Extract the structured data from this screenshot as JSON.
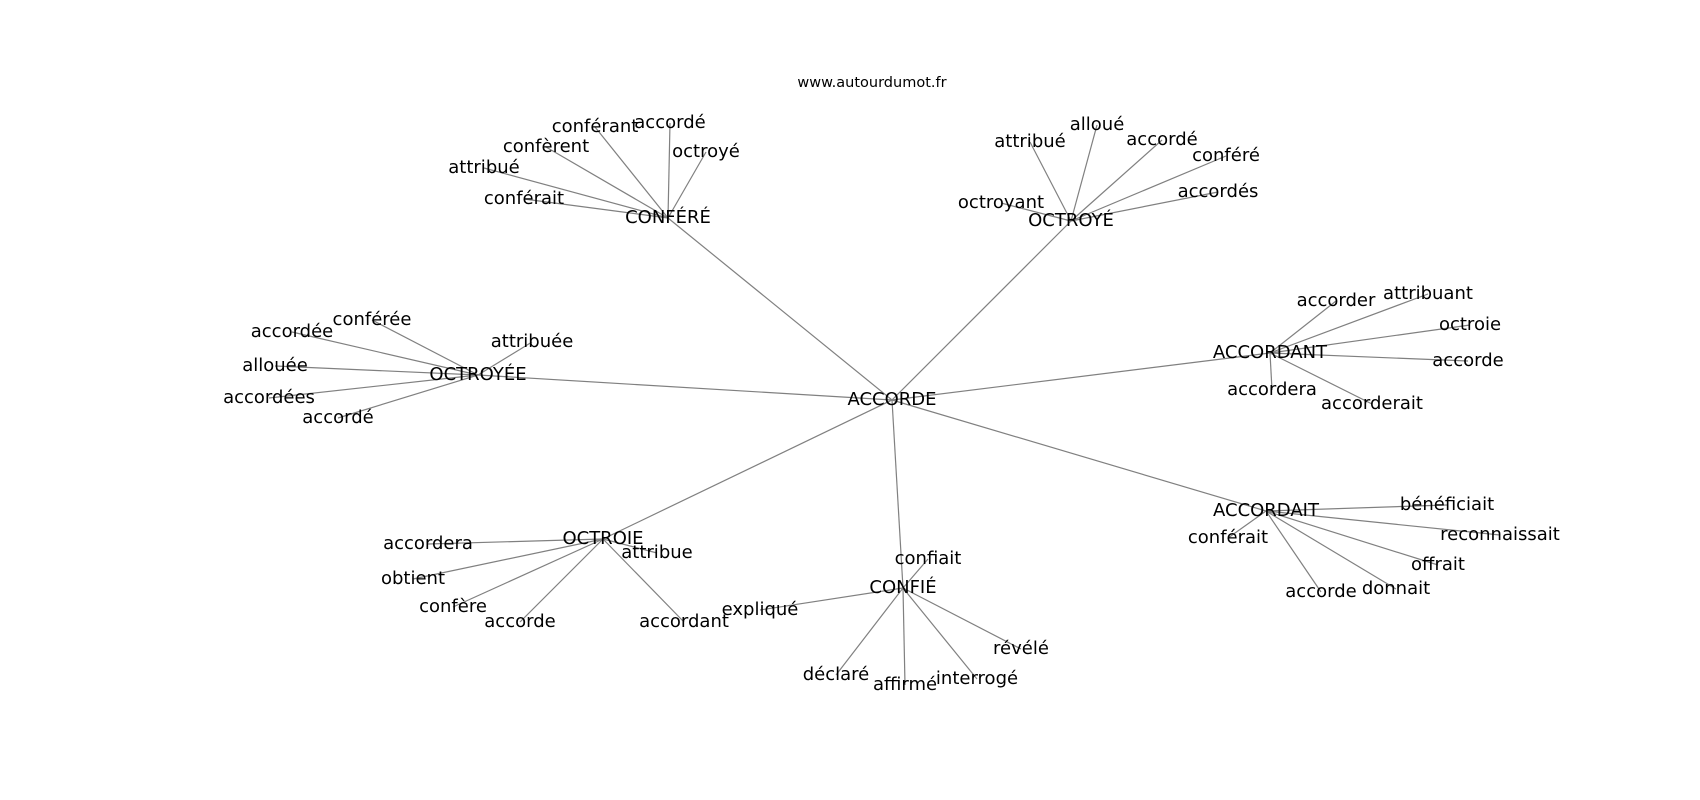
{
  "title": "www.autourdumot.fr",
  "center": "ACCORDE",
  "clusters": [
    {
      "label": "CONFÉRÉ",
      "children": [
        "conférant",
        "accordé",
        "confèrent",
        "octroyé",
        "attribué",
        "conférait"
      ]
    },
    {
      "label": "OCTROYÉ",
      "children": [
        "alloué",
        "attribué",
        "accordé",
        "conféré",
        "octroyant",
        "accordés"
      ]
    },
    {
      "label": "ACCORDANT",
      "children": [
        "accorder",
        "attribuant",
        "octroie",
        "accorde",
        "accordera",
        "accorderait"
      ]
    },
    {
      "label": "OCTROYÉE",
      "children": [
        "conférée",
        "accordée",
        "attribuée",
        "allouée",
        "accordées",
        "accordé"
      ]
    },
    {
      "label": "ACCORDAIT",
      "children": [
        "bénéficiait",
        "conférait",
        "reconnaissait",
        "offrait",
        "accorde",
        "donnait"
      ]
    },
    {
      "label": "OCTROIE",
      "children": [
        "accordera",
        "attribue",
        "obtient",
        "confère",
        "accorde",
        "accordant"
      ]
    },
    {
      "label": "CONFIÉ",
      "children": [
        "confiait",
        "expliqué",
        "révélé",
        "déclaré",
        "affirmé",
        "interrogé"
      ]
    }
  ]
}
